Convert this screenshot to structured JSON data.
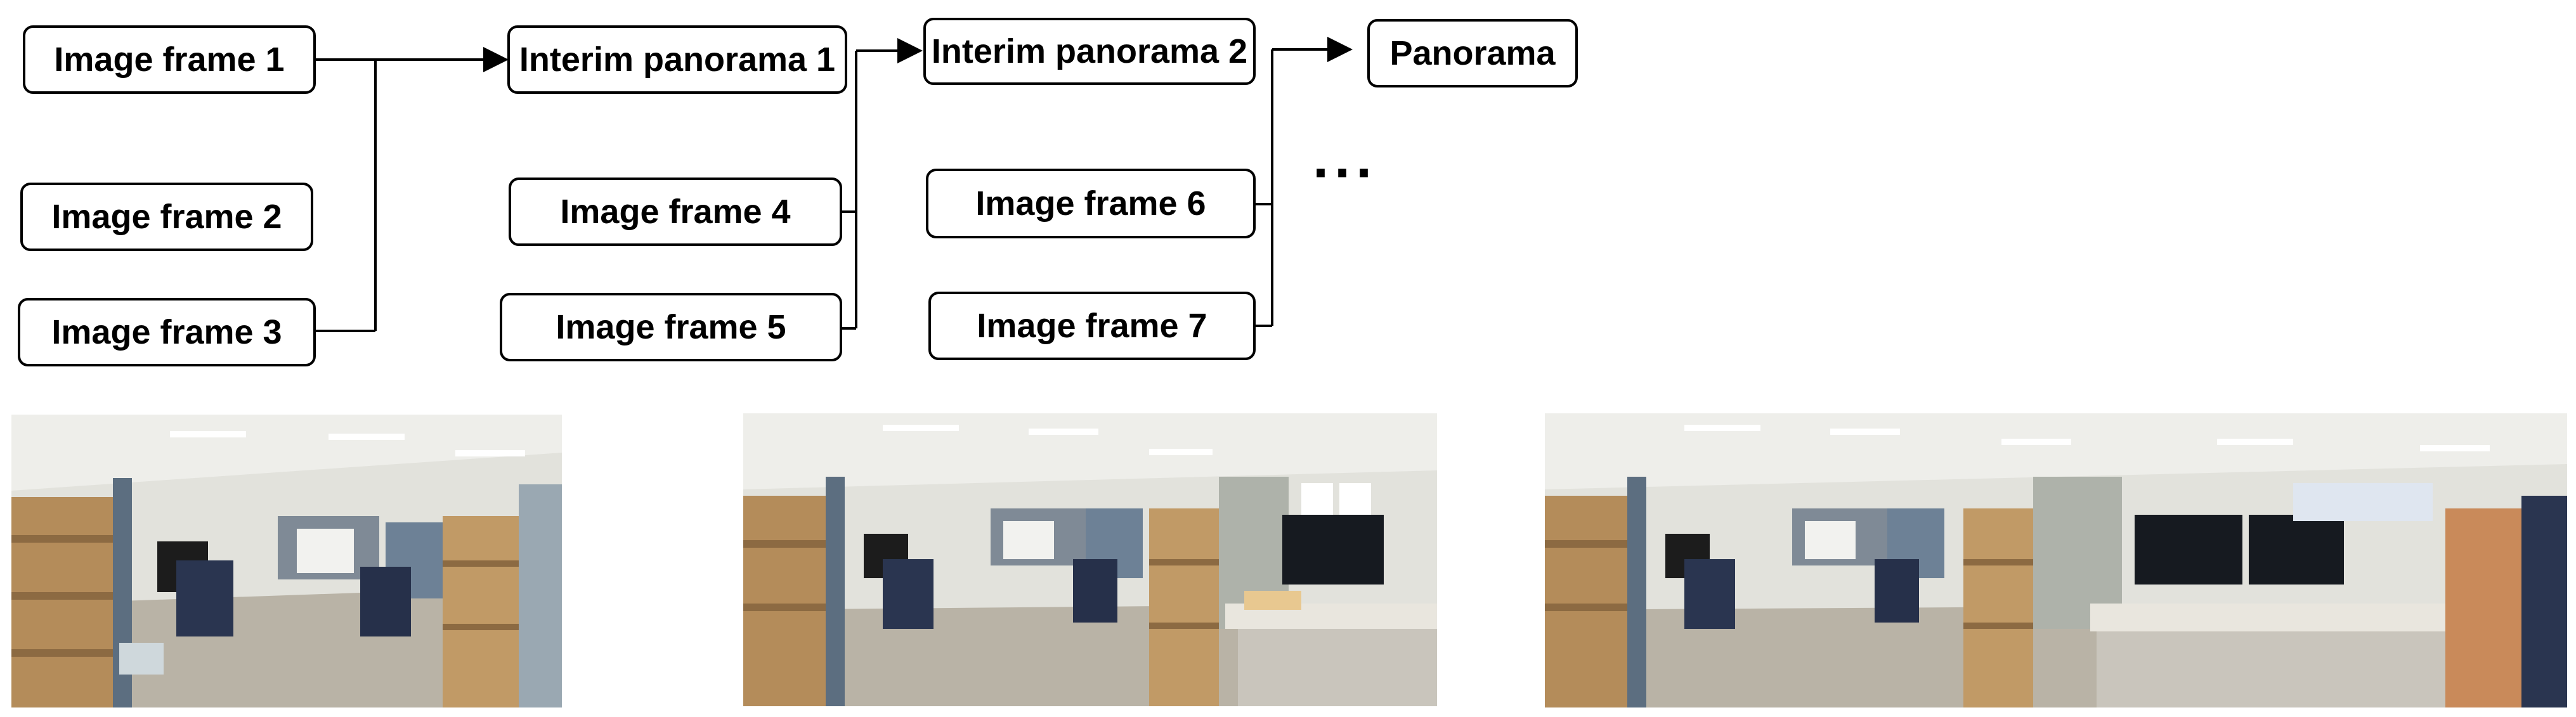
{
  "flow": {
    "frame1": "Image frame 1",
    "frame2": "Image frame 2",
    "frame3": "Image frame 3",
    "interim1": "Interim panorama 1",
    "frame4": "Image frame 4",
    "frame5": "Image frame 5",
    "interim2": "Interim panorama 2",
    "frame6": "Image frame 6",
    "frame7": "Image frame 7",
    "panorama": "Panorama",
    "ellipsis": "···"
  },
  "images": {
    "description_icons": [
      "office-photo",
      "office-panorama",
      "office-panorama-wide"
    ]
  }
}
